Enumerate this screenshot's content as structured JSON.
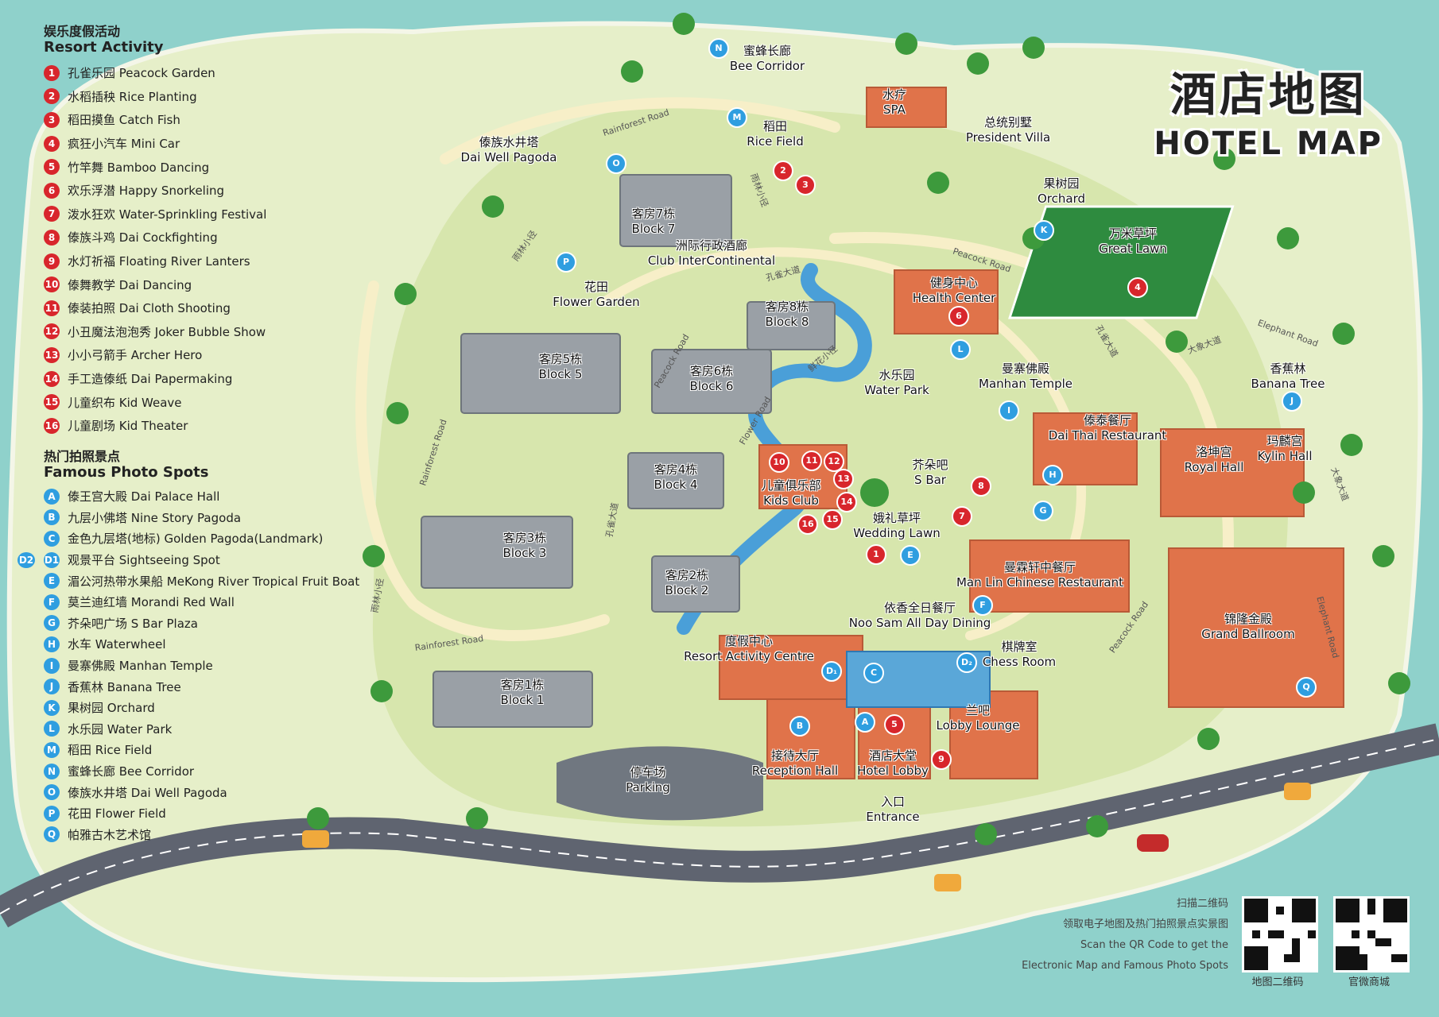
{
  "title": {
    "cn": "酒店地图",
    "en": "HOTEL MAP"
  },
  "legend": {
    "activity_title_cn": "娱乐度假活动",
    "activity_title_en": "Resort Activity",
    "activities": [
      {
        "id": "1",
        "label": "孔雀乐园 Peacock Garden"
      },
      {
        "id": "2",
        "label": "水稻插秧 Rice Planting"
      },
      {
        "id": "3",
        "label": "稻田摸鱼 Catch Fish"
      },
      {
        "id": "4",
        "label": "疯狂小汽车 Mini Car"
      },
      {
        "id": "5",
        "label": "竹竿舞 Bamboo Dancing"
      },
      {
        "id": "6",
        "label": "欢乐浮潜 Happy Snorkeling"
      },
      {
        "id": "7",
        "label": "泼水狂欢 Water-Sprinkling Festival"
      },
      {
        "id": "8",
        "label": "傣族斗鸡 Dai Cockfighting"
      },
      {
        "id": "9",
        "label": "水灯祈福 Floating River Lanters"
      },
      {
        "id": "10",
        "label": "傣舞教学 Dai Dancing"
      },
      {
        "id": "11",
        "label": "傣装拍照 Dai Cloth Shooting"
      },
      {
        "id": "12",
        "label": "小丑魔法泡泡秀 Joker Bubble Show"
      },
      {
        "id": "13",
        "label": "小小弓箭手 Archer Hero"
      },
      {
        "id": "14",
        "label": "手工造傣纸 Dai Papermaking"
      },
      {
        "id": "15",
        "label": "儿童织布 Kid Weave"
      },
      {
        "id": "16",
        "label": "儿童剧场 Kid Theater"
      }
    ],
    "spots_title_cn": "热门拍照景点",
    "spots_title_en": "Famous Photo Spots",
    "spots": [
      {
        "id": "A",
        "label": "傣王宫大殿 Dai Palace Hall"
      },
      {
        "id": "B",
        "label": "九层小佛塔 Nine Story Pagoda"
      },
      {
        "id": "C",
        "label": "金色九层塔(地标) Golden Pagoda(Landmark)"
      },
      {
        "id": "D1",
        "label": "观景平台 Sightseeing Spot",
        "extra": "D2"
      },
      {
        "id": "E",
        "label": "湄公河热带水果船 MeKong River Tropical Fruit Boat"
      },
      {
        "id": "F",
        "label": "莫兰迪红墙 Morandi Red Wall"
      },
      {
        "id": "G",
        "label": "芥朵吧广场 S Bar Plaza"
      },
      {
        "id": "H",
        "label": "水车 Waterwheel"
      },
      {
        "id": "I",
        "label": "曼寨佛殿 Manhan Temple"
      },
      {
        "id": "J",
        "label": "香蕉林 Banana Tree"
      },
      {
        "id": "K",
        "label": "果树园 Orchard"
      },
      {
        "id": "L",
        "label": "水乐园 Water Park"
      },
      {
        "id": "M",
        "label": "稻田 Rice Field"
      },
      {
        "id": "N",
        "label": "蜜蜂长廊 Bee Corridor"
      },
      {
        "id": "O",
        "label": "傣族水井塔 Dai Well Pagoda"
      },
      {
        "id": "P",
        "label": "花田 Flower Field"
      },
      {
        "id": "Q",
        "label": "帕雅古木艺术馆"
      }
    ]
  },
  "places": {
    "bee_corridor": "蜜蜂长廊\nBee Corridor",
    "rice_field": "稻田\nRice Field",
    "spa": "水疗\nSPA",
    "president_villa": "总统别墅\nPresident Villa",
    "orchard": "果树园\nOrchard",
    "great_lawn": "万米草坪\nGreat Lawn",
    "dai_well_pagoda": "傣族水井塔\nDai Well Pagoda",
    "block7": "客房7栋\nBlock 7",
    "club_intercontinental": "洲际行政酒廊\nClub InterContinental",
    "flower_garden": "花田\nFlower Garden",
    "block8": "客房8栋\nBlock 8",
    "health_center": "健身中心\nHealth Center",
    "block5": "客房5栋\nBlock 5",
    "block6": "客房6栋\nBlock 6",
    "water_park": "水乐园\nWater Park",
    "manhan_temple": "曼寨佛殿\nManhan Temple",
    "banana_tree": "香蕉林\nBanana Tree",
    "dai_thai_restaurant": "傣泰餐厅\nDai Thai Restaurant",
    "royal_hall": "洛坤宫\nRoyal Hall",
    "kylin_hall": "玛麟宫\nKylin Hall",
    "block4": "客房4栋\nBlock 4",
    "kids_club": "儿童俱乐部\nKids Club",
    "s_bar": "芥朵吧\nS Bar",
    "wedding_lawn": "娥礼草坪\nWedding Lawn",
    "block3": "客房3栋\nBlock 3",
    "man_lin_restaurant": "曼霖轩中餐厅\nMan Lin Chinese Restaurant",
    "block2": "客房2栋\nBlock 2",
    "noo_sam": "依香全日餐厅\nNoo Sam All Day Dining",
    "grand_ballroom": "锦隆金殿\nGrand Ballroom",
    "resort_activity_centre": "度假中心\nResort Activity Centre",
    "chess_room": "棋牌室\nChess Room",
    "block1": "客房1栋\nBlock 1",
    "lobby_lounge": "兰吧\nLobby Lounge",
    "parking": "停车场\nParking",
    "reception_hall": "接待大厅\nReception Hall",
    "hotel_lobby": "酒店大堂\nHotel Lobby",
    "entrance": "入口\nEntrance"
  },
  "roads": {
    "rainforest_road": "Rainforest Road",
    "peacock_road": "Peacock Road",
    "elephant_road": "Elephant Road",
    "flower_road": "Flower Road",
    "yulin_xiaojing": "雨林小径",
    "kongque_dadao": "孔雀大道",
    "daxiang_dadao": "大象大道",
    "xianhua_xiaojing": "鲜花小径"
  },
  "qr": {
    "text_lines": [
      "扫描二维码",
      "领取电子地图及热门拍照景点实景图",
      "Scan the QR Code to get the",
      "Electronic Map and Famous Photo Spots"
    ],
    "caption_map": "地图二维码",
    "caption_shop": "官微商城"
  },
  "colors": {
    "water": "#8fd1cb",
    "land": "#e6efc9",
    "lawn": "#c9dea0",
    "road": "#f7efc8",
    "highway": "#5f6470",
    "roof": "#e0734a",
    "gray_roof": "#9aa0a6",
    "tree": "#3d9a3c",
    "pin_red": "#d8262c",
    "pin_blue": "#2f9ee0"
  }
}
